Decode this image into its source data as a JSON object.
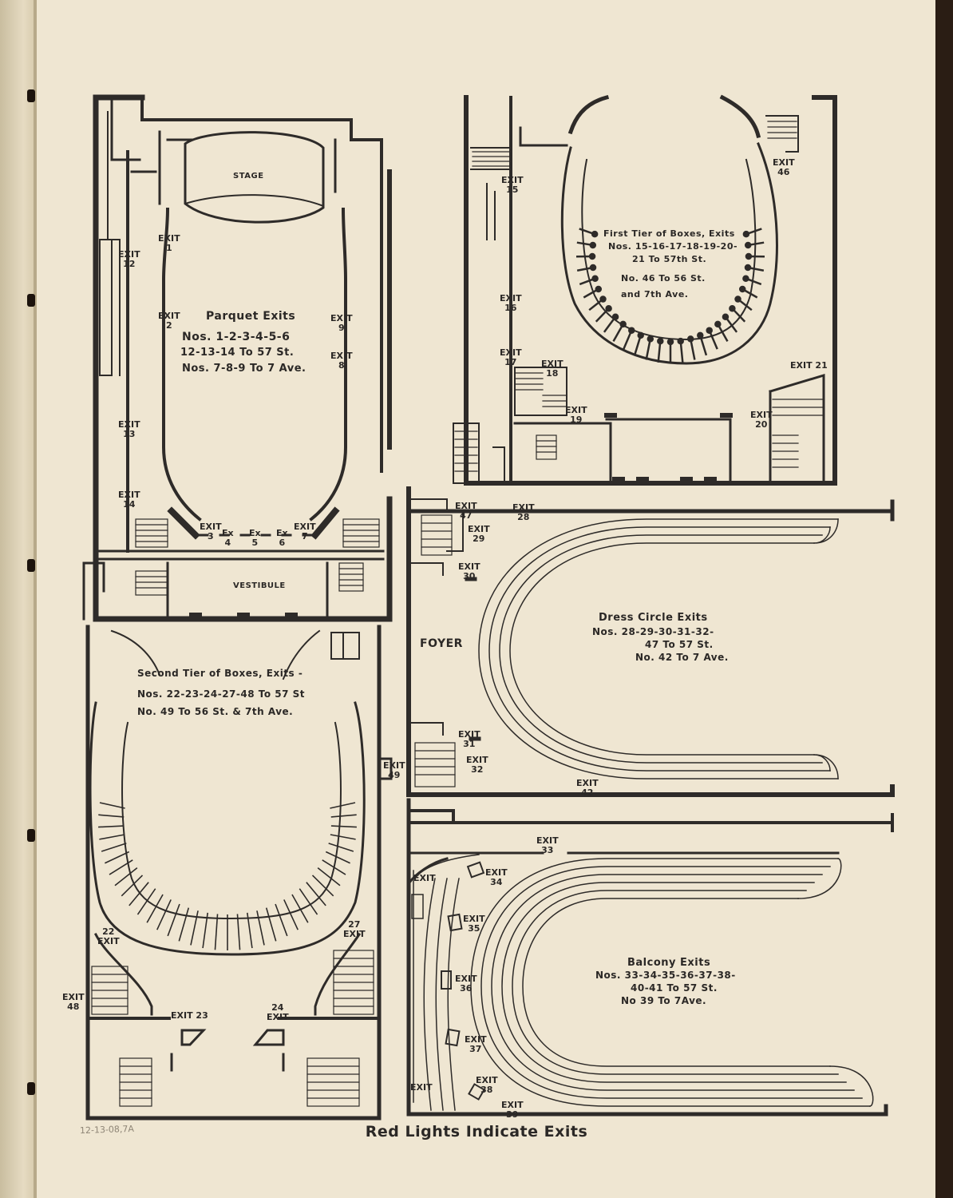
{
  "caption": "Red Lights Indicate Exits",
  "pencil_note": "12-13-08,7A",
  "panels": {
    "parquet": {
      "stage": "STAGE",
      "vestibule": "VESTIBULE",
      "title": "Parquet Exits",
      "line1": "Nos. 1-2-3-4-5-6",
      "line2": "12-13-14 To 57 St.",
      "line3": "Nos. 7-8-9 To 7 Ave."
    },
    "first_tier": {
      "title": "First Tier of Boxes, Exits",
      "line1": "Nos. 15-16-17-18-19-20-",
      "line2": "21 To 57th St.",
      "line3": "No. 46 To 56 St.",
      "line4": "and 7th Ave."
    },
    "second_tier": {
      "title": "Second Tier of Boxes, Exits -",
      "line1": "Nos. 22-23-24-27-48 To 57 St",
      "line2": "No. 49 To 56 St. & 7th Ave."
    },
    "dress_circle": {
      "foyer": "FOYER",
      "title": "Dress Circle Exits",
      "line1": "Nos. 28-29-30-31-32-",
      "line2": "47 To 57 St.",
      "line3": "No. 42 To 7 Ave."
    },
    "balcony": {
      "title": "Balcony Exits",
      "line1": "Nos. 33-34-35-36-37-38-",
      "line2": "40-41 To 57 St.",
      "line3": "No 39 To 7Ave."
    }
  },
  "exits": [
    {
      "id": "e1",
      "text": "EXIT\n1"
    },
    {
      "id": "e2",
      "text": "EXIT\n2"
    },
    {
      "id": "e3",
      "text": "EXIT\n3"
    },
    {
      "id": "e4",
      "text": "Ex\n4"
    },
    {
      "id": "e5",
      "text": "Ex\n5"
    },
    {
      "id": "e6",
      "text": "Ex\n6"
    },
    {
      "id": "e7",
      "text": "EXIT\n7"
    },
    {
      "id": "e8",
      "text": "EXIT\n8"
    },
    {
      "id": "e9",
      "text": "EXIT\n9"
    },
    {
      "id": "e12",
      "text": "EXIT\n12"
    },
    {
      "id": "e13",
      "text": "EXIT\n13"
    },
    {
      "id": "e14",
      "text": "EXIT\n14"
    },
    {
      "id": "e15",
      "text": "EXIT\n15"
    },
    {
      "id": "e16",
      "text": "EXIT\n16"
    },
    {
      "id": "e17",
      "text": "EXIT\n17"
    },
    {
      "id": "e18",
      "text": "EXIT\n18"
    },
    {
      "id": "e19",
      "text": "EXIT\n19"
    },
    {
      "id": "e20",
      "text": "EXIT\n20"
    },
    {
      "id": "e21",
      "text": "EXIT 21"
    },
    {
      "id": "e46",
      "text": "EXIT\n46"
    },
    {
      "id": "e47",
      "text": "EXIT\n47"
    },
    {
      "id": "e28",
      "text": "EXIT\n28"
    },
    {
      "id": "e29",
      "text": "EXIT\n29"
    },
    {
      "id": "e30",
      "text": "EXIT\n30"
    },
    {
      "id": "e31",
      "text": "EXIT\n31"
    },
    {
      "id": "e32",
      "text": "EXIT\n32"
    },
    {
      "id": "e42",
      "text": "EXIT\n42"
    },
    {
      "id": "e33",
      "text": "EXIT\n33"
    },
    {
      "id": "e34",
      "text": "EXIT\n34"
    },
    {
      "id": "e35",
      "text": "EXIT\n35"
    },
    {
      "id": "e36",
      "text": "EXIT\n36"
    },
    {
      "id": "e37",
      "text": "EXIT\n37"
    },
    {
      "id": "e38b",
      "text": "EXIT\n38"
    },
    {
      "id": "e39",
      "text": "EXIT\n39"
    },
    {
      "id": "ebal1",
      "text": "EXIT"
    },
    {
      "id": "ebal2",
      "text": "EXIT"
    },
    {
      "id": "e22",
      "text": "22\nEXIT"
    },
    {
      "id": "e27",
      "text": "27\nEXIT"
    },
    {
      "id": "e23",
      "text": "EXIT 23"
    },
    {
      "id": "e24",
      "text": "24\nEXIT"
    },
    {
      "id": "e48",
      "text": "EXIT\n48"
    },
    {
      "id": "e49",
      "text": "EXIT\n49"
    }
  ]
}
